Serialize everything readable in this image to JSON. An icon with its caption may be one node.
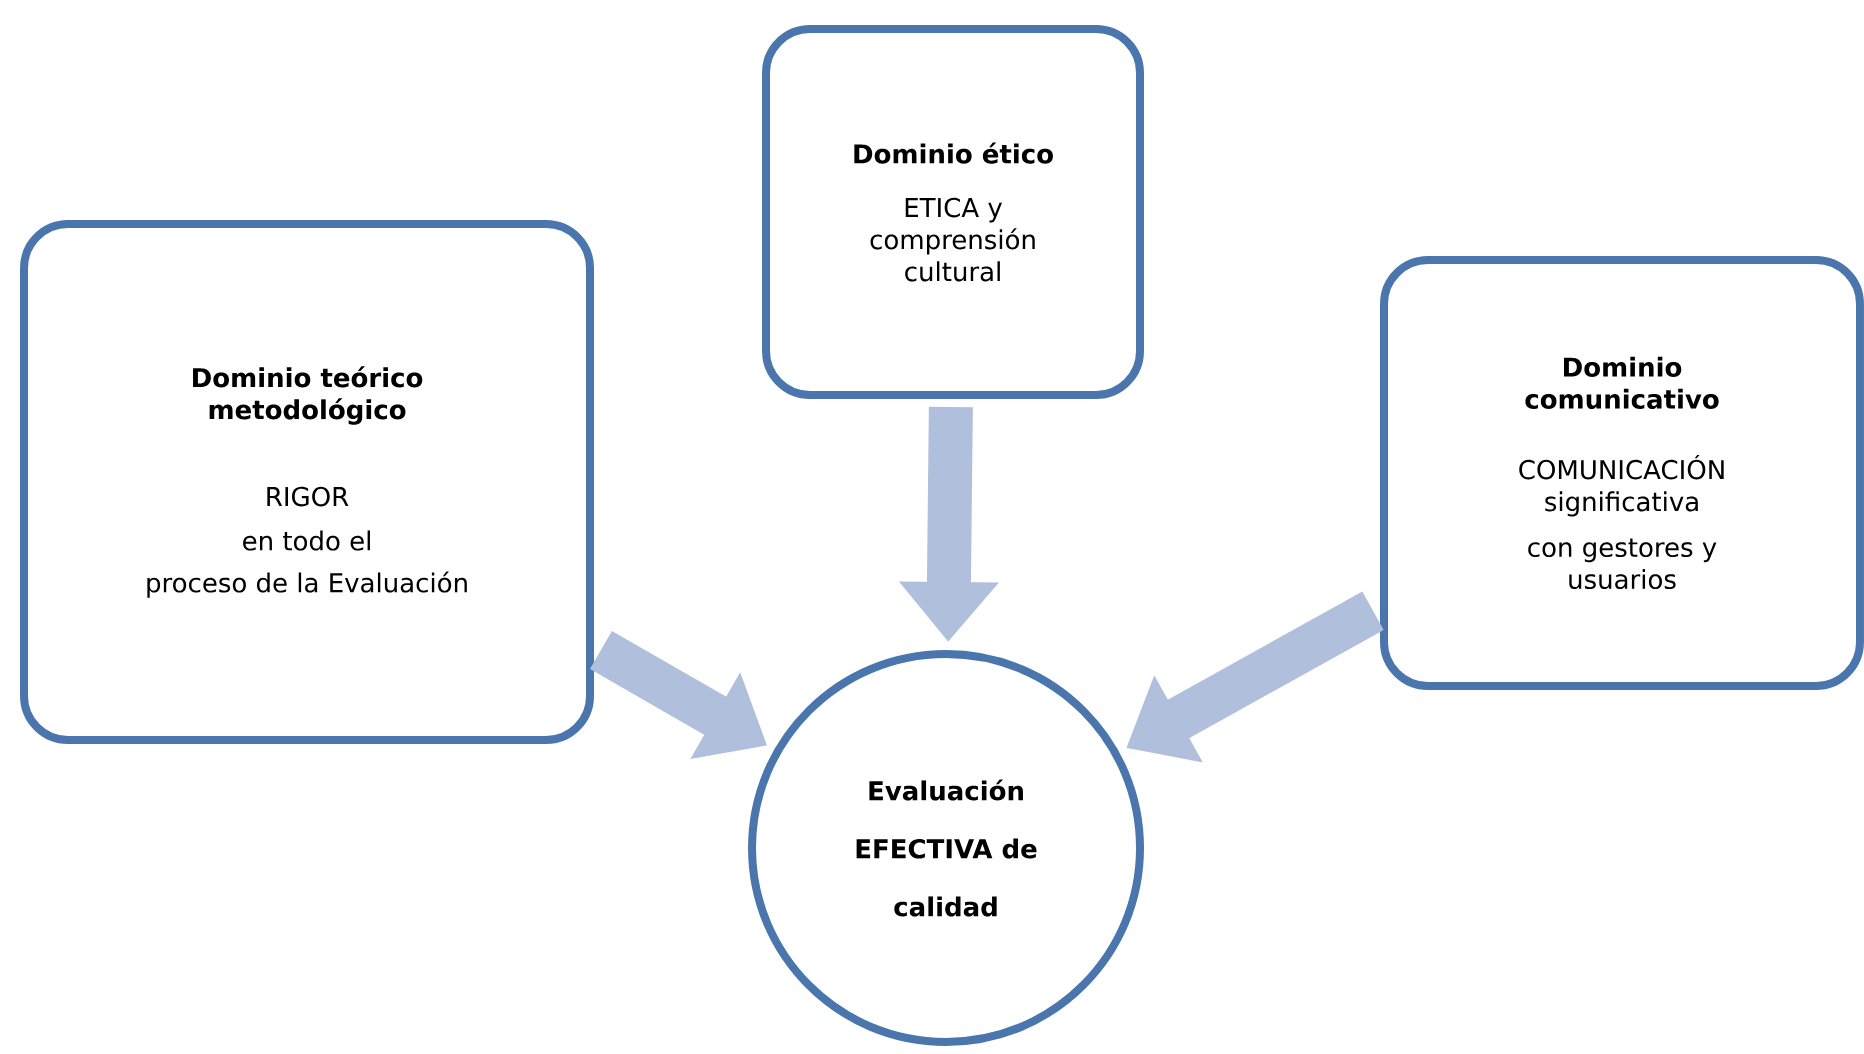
{
  "diagram": {
    "nodes": [
      {
        "text": [
          "Dominio teórico metodológico",
          "RIGOR",
          "en todo el",
          "proceso de la Evaluación"
        ]
      },
      {
        "text": [
          "Dominio ético",
          "ETICA y comprensión cultural"
        ]
      },
      {
        "text": [
          "Dominio comunicativo",
          "COMUNICACIÓN significativa",
          "con gestores y usuarios"
        ]
      },
      {
        "text": [
          "Evaluación EFECTIVA de calidad"
        ]
      }
    ],
    "edges": [
      {
        "from": 0,
        "to": 3,
        "arrow": "to"
      },
      {
        "from": 1,
        "to": 3,
        "arrow": "to"
      },
      {
        "from": 2,
        "to": 3,
        "arrow": "to"
      }
    ]
  }
}
